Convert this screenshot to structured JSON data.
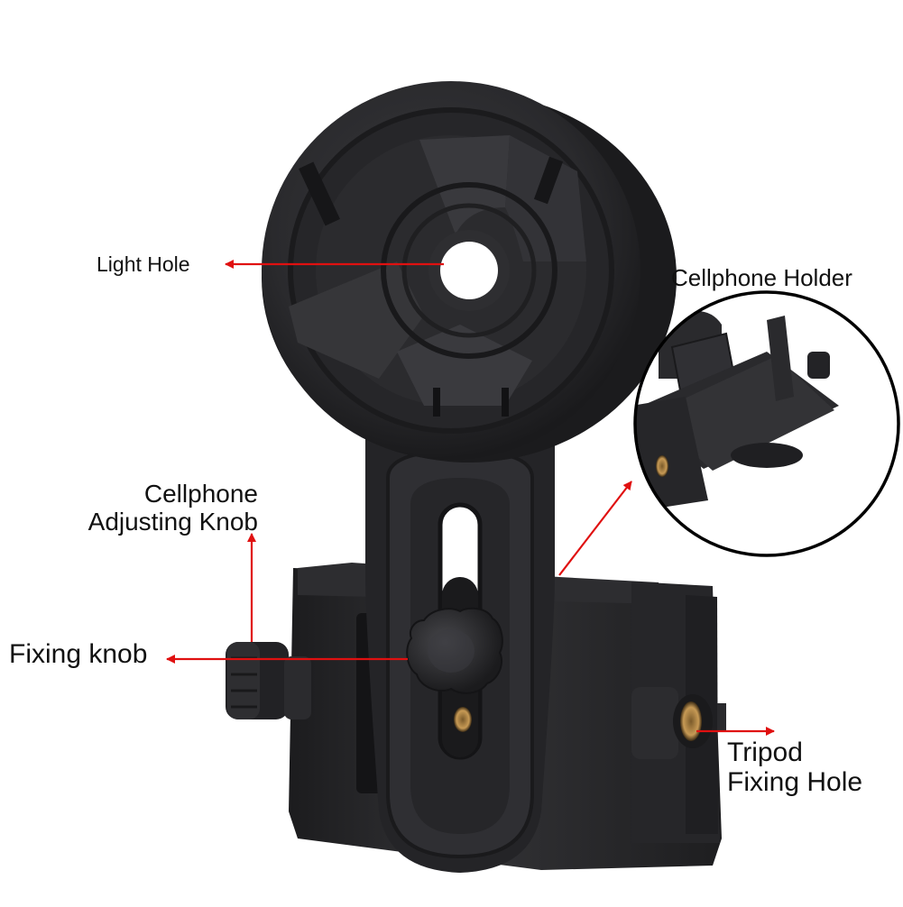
{
  "diagram": {
    "subject": "Cellphone adapter mount",
    "colors": {
      "background": "#ffffff",
      "plastic_dark": "#1e1e20",
      "plastic_mid": "#2c2c2f",
      "plastic_light": "#3e3e42",
      "callout_arrow": "#e01010",
      "brass_insert": "#b98a4a",
      "inset_circle_border": "#000000"
    },
    "callouts": [
      {
        "id": "light_hole",
        "label": "Light Hole",
        "points_to": "center hole of eyepiece clamp ring"
      },
      {
        "id": "cellphone_holder",
        "label": "Cellphone Holder",
        "points_to": "inset view of phone clamp"
      },
      {
        "id": "adjusting_knob",
        "label_line1": "Cellphone",
        "label_line2": "Adjusting Knob",
        "points_to": "side knob of phone clamp"
      },
      {
        "id": "fixing_knob",
        "label": "Fixing knob",
        "points_to": "knurled knob in slot"
      },
      {
        "id": "tripod_hole",
        "label_line1": "Tripod",
        "label_line2": "Fixing Hole",
        "points_to": "brass threaded insert"
      }
    ],
    "inset": {
      "title": "Cellphone Holder",
      "shape": "circle"
    }
  }
}
